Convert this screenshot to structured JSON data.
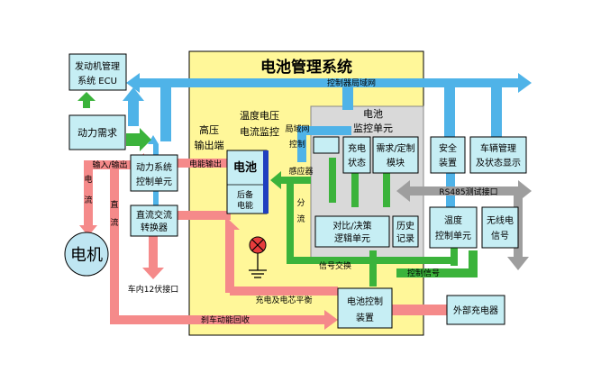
{
  "title": "电池管理系统",
  "colors": {
    "system_bg": "#fff799",
    "box_fill": "#c6eef4",
    "bus_blue": "#4fb3e8",
    "flow_green": "#3bb33b",
    "power_pink": "#f58a8a",
    "test_gray": "#9e9e9e",
    "monitor_gray": "#d9d9d9",
    "motor_fill": "#bfe6f2"
  },
  "boxes": {
    "ecu": [
      "发动机管理",
      "系统 ECU"
    ],
    "power_demand": "动力需求",
    "power_ctrl": [
      "动力系统",
      "控制单元"
    ],
    "dcac": [
      "直流交流",
      "转换器"
    ],
    "motor": "电机",
    "battery": "电池",
    "backup": [
      "后备",
      "电能"
    ],
    "monitor_unit": [
      "电池",
      "监控单元"
    ],
    "charge_state": [
      "充电",
      "状态"
    ],
    "demand_module": [
      "需求/定制",
      "模块"
    ],
    "compare_logic": [
      "对比/决策",
      "逻辑单元"
    ],
    "history": [
      "历史",
      "记录"
    ],
    "safety": [
      "安全",
      "装置"
    ],
    "vehicle_mgmt": [
      "车辆管理",
      "及状态显示"
    ],
    "temp_ctrl": [
      "温度",
      "控制单元"
    ],
    "wireless": [
      "无线电",
      "信号"
    ],
    "battery_ctrl": [
      "电池控制",
      "装置"
    ],
    "ext_charger": "外部充电器"
  },
  "labels": {
    "can_bus": "控制器局域网",
    "high_voltage": [
      "高压",
      "输出端"
    ],
    "temp_voltage": [
      "温度电压",
      "电流监控"
    ],
    "lan_ctrl": [
      "局域网",
      "控制"
    ],
    "io": "输入/输出",
    "current": [
      "电",
      "流"
    ],
    "dc": [
      "直",
      "流"
    ],
    "power_output": "电能输出",
    "sensor": "感应器",
    "shunt": [
      "分",
      "流"
    ],
    "rs485": "RS485测试接口",
    "signal_exchange": "信号交换",
    "control_signal": "控制信号",
    "charge_balance": "充电及电芯平衡",
    "regen_brake": "刹车动能回收",
    "car_12v": "车内12伏接口"
  }
}
